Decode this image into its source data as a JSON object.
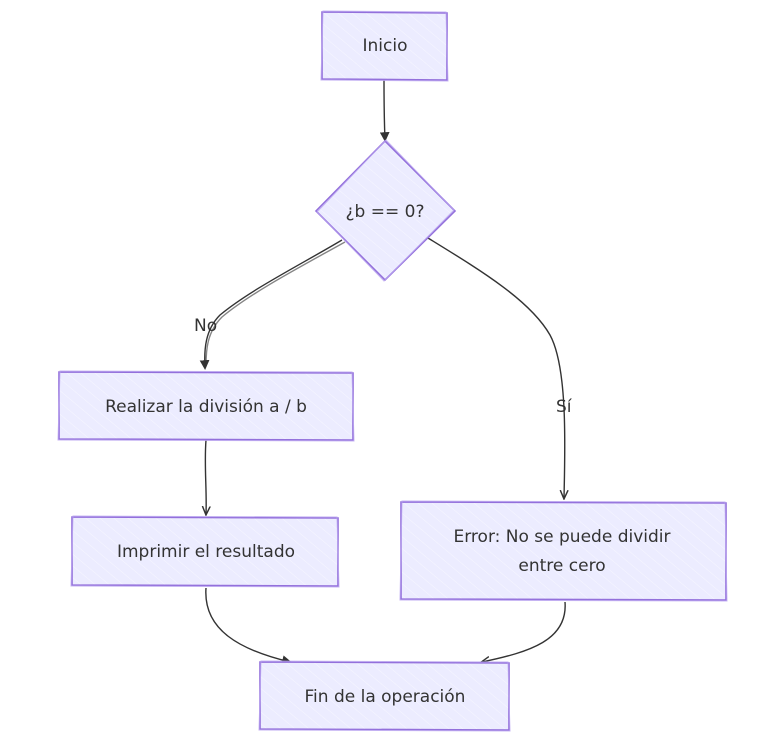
{
  "nodes": {
    "start": "Inicio",
    "decision": "¿b == 0?",
    "divide": "Realizar la división a / b",
    "print": "Imprimir el resultado",
    "error_line1": "Error: No se puede dividir",
    "error_line2": "entre cero",
    "end": "Fin de la operación"
  },
  "edges": {
    "no_label": "No",
    "yes_label": "Sí"
  },
  "colors": {
    "node_fill": "#ececff",
    "node_stroke": "#9370db",
    "edge": "#333333"
  }
}
